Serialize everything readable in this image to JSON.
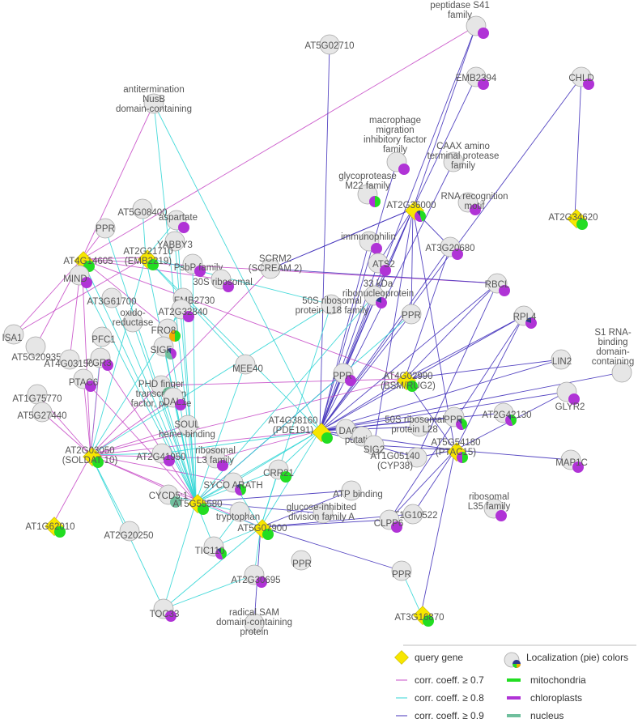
{
  "colors": {
    "query": "#f7e600",
    "query_stroke": "#c9b800",
    "gene_fill": "#e6e6e6",
    "gene_stroke": "#a8a8a8",
    "mitochondria": "#22dd22",
    "chloroplasts": "#b033d6",
    "nucleus": "#6fbf9d",
    "extra_orange": "#f2a900",
    "extra_dark": "#2e3a8c",
    "edge_07": "#c84fc8",
    "edge_08": "#33d6d6",
    "edge_09": "#4433bb"
  },
  "legend": {
    "query_gene": "query gene",
    "localization": "Localization (pie) colors",
    "corr_07": "corr. coeff. ≥ 0.7",
    "corr_08": "corr. coeff. ≥ 0.8",
    "corr_09": "corr. coeff. ≥ 0.9",
    "mitochondria": "mitochondria",
    "chloroplasts": "chloroplasts",
    "nucleus": "nucleus"
  },
  "nodes": [
    {
      "id": "n1",
      "label": [
        "peptidase S41",
        "family"
      ],
      "type": "gene",
      "pie": "c"
    },
    {
      "id": "n2",
      "label": [
        "AT5G02710"
      ],
      "type": "gene",
      "pie": ""
    },
    {
      "id": "n3",
      "label": [
        "EMB2394"
      ],
      "type": "gene",
      "pie": "c"
    },
    {
      "id": "n4",
      "label": [
        "CHLD"
      ],
      "type": "gene",
      "pie": "c"
    },
    {
      "id": "n5",
      "label": [
        "antitermination",
        "NusB",
        "domain-containing"
      ],
      "type": "gene",
      "pie": ""
    },
    {
      "id": "n6",
      "label": [
        "macrophage",
        "migration",
        "inhibitory factor",
        "family"
      ],
      "type": "gene",
      "pie": "c"
    },
    {
      "id": "n7",
      "label": [
        "CAAX amino",
        "terminal protease",
        "family"
      ],
      "type": "gene",
      "pie": ""
    },
    {
      "id": "n8",
      "label": [
        "glycoprotease",
        "M22 family"
      ],
      "type": "gene",
      "pie": "mc"
    },
    {
      "id": "n9",
      "label": [
        "AT2G36000"
      ],
      "type": "query",
      "pie": "mcx"
    },
    {
      "id": "n10",
      "label": [
        "RNA recognition",
        "motif"
      ],
      "type": "gene",
      "pie": "c"
    },
    {
      "id": "n11",
      "label": [
        "AT2G34620"
      ],
      "type": "query",
      "pie": "m"
    },
    {
      "id": "n12",
      "label": [
        "AT5G08400"
      ],
      "type": "gene",
      "pie": ""
    },
    {
      "id": "n13",
      "label": [
        "aspartate"
      ],
      "type": "gene",
      "pie": "c"
    },
    {
      "id": "n14",
      "label": [
        "PPR"
      ],
      "type": "gene",
      "pie": ""
    },
    {
      "id": "n15",
      "label": [
        "YABBY3"
      ],
      "type": "gene",
      "pie": ""
    },
    {
      "id": "n16",
      "label": [
        "immunophilin"
      ],
      "type": "gene",
      "pie": "c"
    },
    {
      "id": "n17",
      "label": [
        "AT3G20680"
      ],
      "type": "gene",
      "pie": "c"
    },
    {
      "id": "n18",
      "label": [
        "AT4G14605"
      ],
      "type": "query",
      "pie": "m"
    },
    {
      "id": "n19",
      "label": [
        "AT2G21710",
        "(EMB2219)"
      ],
      "type": "query",
      "pie": "m"
    },
    {
      "id": "n20",
      "label": [
        "SCRM2",
        "(SCREAM 2)"
      ],
      "type": "gene",
      "pie": ""
    },
    {
      "id": "n21",
      "label": [
        "PsbP family"
      ],
      "type": "gene",
      "pie": "c"
    },
    {
      "id": "n22",
      "label": [
        "ATS2"
      ],
      "type": "gene",
      "pie": "c"
    },
    {
      "id": "n23",
      "label": [
        "MIND"
      ],
      "type": "gene",
      "pie": "c"
    },
    {
      "id": "n24",
      "label": [
        "30S ribosomal"
      ],
      "type": "gene",
      "pie": "c"
    },
    {
      "id": "n25",
      "label": [
        "RBCL"
      ],
      "type": "gene",
      "pie": "c"
    },
    {
      "id": "n26",
      "label": [
        "EMB2730"
      ],
      "type": "gene",
      "pie": ""
    },
    {
      "id": "n27",
      "label": [
        "33 kDa",
        "ribonucleoprotein"
      ],
      "type": "gene",
      "pie": "cx"
    },
    {
      "id": "n28",
      "label": [
        "AT3G61700"
      ],
      "type": "gene",
      "pie": ""
    },
    {
      "id": "n29",
      "label": [
        "50S ribosomal",
        "protein L18 family"
      ],
      "type": "gene",
      "pie": ""
    },
    {
      "id": "n30",
      "label": [
        "AT2G32840"
      ],
      "type": "gene",
      "pie": "c"
    },
    {
      "id": "n31",
      "label": [
        "PPR"
      ],
      "type": "gene",
      "pie": ""
    },
    {
      "id": "n32",
      "label": [
        "RPL4"
      ],
      "type": "gene",
      "pie": "cx"
    },
    {
      "id": "n33",
      "label": [
        "oxido-",
        "reductase"
      ],
      "type": "gene",
      "pie": ""
    },
    {
      "id": "n34",
      "label": [
        "FRO8"
      ],
      "type": "gene",
      "pie": "mo"
    },
    {
      "id": "n35",
      "label": [
        "ISA1"
      ],
      "type": "gene",
      "pie": ""
    },
    {
      "id": "n36",
      "label": [
        "AT5G20935"
      ],
      "type": "gene",
      "pie": ""
    },
    {
      "id": "n37",
      "label": [
        "PFC1"
      ],
      "type": "gene",
      "pie": ""
    },
    {
      "id": "n38",
      "label": [
        "SIGF"
      ],
      "type": "gene",
      "pie": "cnx"
    },
    {
      "id": "n39",
      "label": [
        "AT4G03150"
      ],
      "type": "gene",
      "pie": ""
    },
    {
      "id": "n40",
      "label": [
        "PGR3"
      ],
      "type": "gene",
      "pie": "c"
    },
    {
      "id": "n41",
      "label": [
        "S1 RNA-",
        "binding",
        "domain-",
        "containing"
      ],
      "type": "gene",
      "pie": ""
    },
    {
      "id": "n42",
      "label": [
        "LIN2"
      ],
      "type": "gene",
      "pie": ""
    },
    {
      "id": "n43",
      "label": [
        "MEE40"
      ],
      "type": "gene",
      "pie": ""
    },
    {
      "id": "n44",
      "label": [
        "PTAC6"
      ],
      "type": "gene",
      "pie": "c"
    },
    {
      "id": "n45",
      "label": [
        "PPR"
      ],
      "type": "gene",
      "pie": "c"
    },
    {
      "id": "n46",
      "label": [
        "AT4G02990",
        "(BSM/RUG2)"
      ],
      "type": "query",
      "pie": "m"
    },
    {
      "id": "n47",
      "label": [
        "AT1G75770"
      ],
      "type": "gene",
      "pie": ""
    },
    {
      "id": "n48",
      "label": [
        "PHD finger",
        "transcription",
        "factor, putative"
      ],
      "type": "gene",
      "pie": "n"
    },
    {
      "id": "n49",
      "label": [
        "GLYR2"
      ],
      "type": "gene",
      "pie": "c"
    },
    {
      "id": "n50",
      "label": [
        "DAL1"
      ],
      "type": "gene",
      "pie": "c"
    },
    {
      "id": "n51",
      "label": [
        "AT5G27440"
      ],
      "type": "gene",
      "pie": ""
    },
    {
      "id": "n52",
      "label": [
        "AT4G38160",
        "(PDE191)"
      ],
      "type": "query",
      "pie": "m"
    },
    {
      "id": "n53",
      "label": [
        "DAG"
      ],
      "type": "gene",
      "pie": ""
    },
    {
      "id": "n54",
      "label": [
        "PPR"
      ],
      "type": "gene",
      "pie": "mcx"
    },
    {
      "id": "n55",
      "label": [
        "AT2G42130"
      ],
      "type": "gene",
      "pie": "mcx"
    },
    {
      "id": "n56",
      "label": [
        "putative"
      ],
      "type": "gene",
      "pie": ""
    },
    {
      "id": "n57",
      "label": [
        "50S ribosomal",
        "protein L28"
      ],
      "type": "gene",
      "pie": ""
    },
    {
      "id": "n58",
      "label": [
        "SOUL",
        "heme-binding"
      ],
      "type": "gene",
      "pie": ""
    },
    {
      "id": "n59",
      "label": [
        "AT5G54180",
        "(PTAC15)"
      ],
      "type": "query",
      "pie": "mc"
    },
    {
      "id": "n60",
      "label": [
        "SIG2"
      ],
      "type": "gene",
      "pie": ""
    },
    {
      "id": "n61",
      "label": [
        "AT1G05140",
        "(CYP38)"
      ],
      "type": "gene",
      "pie": ""
    },
    {
      "id": "n62",
      "label": [
        "AT2G03050",
        "(SOLDAT 10)"
      ],
      "type": "query",
      "pie": "m"
    },
    {
      "id": "n63",
      "label": [
        "AT2G41950"
      ],
      "type": "gene",
      "pie": "c"
    },
    {
      "id": "n64",
      "label": [
        "ribosomal",
        "L3 family"
      ],
      "type": "gene",
      "pie": "c"
    },
    {
      "id": "n65",
      "label": [
        "MAP1C"
      ],
      "type": "gene",
      "pie": "c"
    },
    {
      "id": "n66",
      "label": [
        "CRR21"
      ],
      "type": "gene",
      "pie": "m"
    },
    {
      "id": "n67",
      "label": [
        "SYCO ARATH"
      ],
      "type": "gene",
      "pie": "mcx"
    },
    {
      "id": "n68",
      "label": [
        "CYCD5;1"
      ],
      "type": "gene",
      "pie": "n"
    },
    {
      "id": "n69",
      "label": [
        "AT5G55580"
      ],
      "type": "query",
      "pie": "m"
    },
    {
      "id": "n70",
      "label": [
        "ATP binding"
      ],
      "type": "gene",
      "pie": ""
    },
    {
      "id": "n71",
      "label": [
        "ribosomal",
        "L35 family"
      ],
      "type": "gene",
      "pie": "c"
    },
    {
      "id": "n72",
      "label": [
        "tryptophan"
      ],
      "type": "gene",
      "pie": ""
    },
    {
      "id": "n73",
      "label": [
        "glucose-inhibited",
        "division family A"
      ],
      "type": "gene",
      "pie": ""
    },
    {
      "id": "n74",
      "label": [
        "AT1G10522"
      ],
      "type": "gene",
      "pie": ""
    },
    {
      "id": "n75",
      "label": [
        "AT1G62010"
      ],
      "type": "query",
      "pie": "m"
    },
    {
      "id": "n76",
      "label": [
        "AT5G07900"
      ],
      "type": "query",
      "pie": "m"
    },
    {
      "id": "n77",
      "label": [
        "CLPP6"
      ],
      "type": "gene",
      "pie": "c"
    },
    {
      "id": "n78",
      "label": [
        "AT2G20250"
      ],
      "type": "gene",
      "pie": ""
    },
    {
      "id": "n79",
      "label": [
        "TIC110"
      ],
      "type": "gene",
      "pie": "mcx"
    },
    {
      "id": "n80",
      "label": [
        "PPR"
      ],
      "type": "gene",
      "pie": ""
    },
    {
      "id": "n81",
      "label": [
        "PPR"
      ],
      "type": "gene",
      "pie": ""
    },
    {
      "id": "n82",
      "label": [
        "AT2G30695"
      ],
      "type": "gene",
      "pie": "c"
    },
    {
      "id": "n83",
      "label": [
        "TOC33"
      ],
      "type": "gene",
      "pie": "c"
    },
    {
      "id": "n84",
      "label": [
        "AT3G16870"
      ],
      "type": "query",
      "pie": "m"
    },
    {
      "id": "n85",
      "label": [
        "radical SAM",
        "domain-containing",
        "protein"
      ],
      "type": "gene",
      "pie": ""
    }
  ]
}
